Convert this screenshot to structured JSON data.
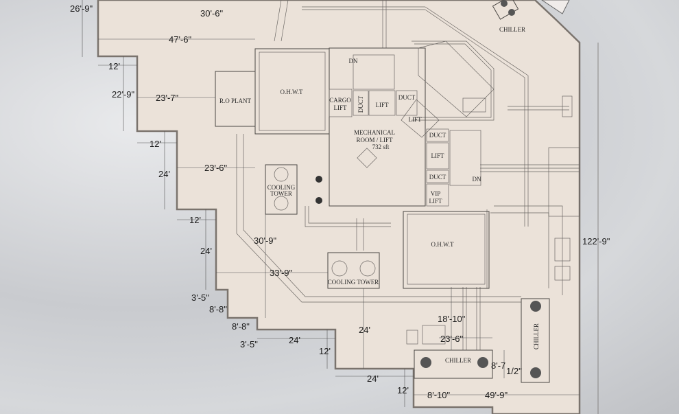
{
  "rooms": {
    "ohwt_top": "O.H.W.T",
    "ro_plant": "R.O PLANT",
    "cargo_lift": [
      "CARGO",
      "LIFT"
    ],
    "duct": "DUCT",
    "lift": "LIFT",
    "vip_lift": [
      "VIP",
      "LIFT"
    ],
    "mechanical": [
      "MECHANICAL",
      "ROOM / LIFT",
      "732 sft"
    ],
    "cooling_tower_1": [
      "COOLING",
      "TOWER"
    ],
    "cooling_tower_2": "COOLING TOWER",
    "ohwt_bottom": "O.H.W.T",
    "chiller": "CHILLER",
    "dn": "DN"
  },
  "dimensions": {
    "d1": "26'-9\"",
    "d2": "30'-6\"",
    "d3": "47'-6\"",
    "d4": "12'",
    "d5": "22'-9\"",
    "d6": "23'-7\"",
    "d7": "12'",
    "d8": "24'",
    "d9": "23'-6\"",
    "d10": "12'",
    "d11": "24'",
    "d12": "30'-9\"",
    "d13": "33'-9\"",
    "d14": "3'-5\"",
    "d15": "8'-8\"",
    "d16": "8'-8\"",
    "d17": "3'-5\"",
    "d18": "24'",
    "d19": "12'",
    "d20": "24'",
    "d21": "24'",
    "d22": "12'",
    "d23": "18'-10\"",
    "d24": "23'-6\"",
    "d25": "8'-7",
    "d26": "1/2\"",
    "d27": "8'-10\"",
    "d28": "49'-9\"",
    "d29": "122'-9\""
  },
  "colors": {
    "floor": "#ebe2d9",
    "wall": "#7a736d",
    "line": "#4a4744"
  }
}
